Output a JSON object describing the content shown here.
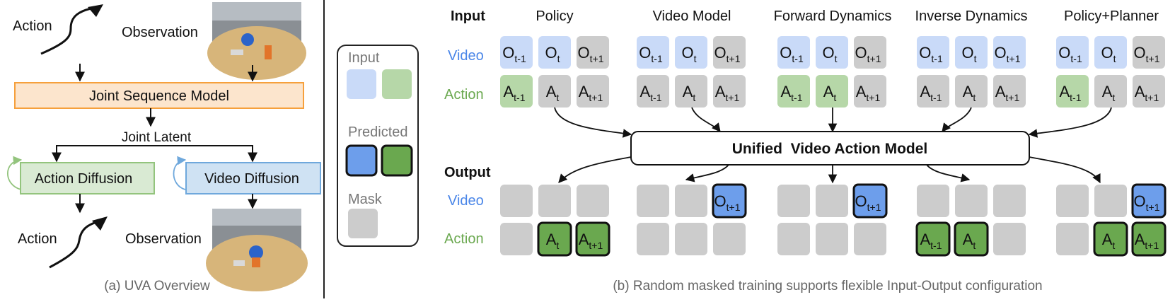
{
  "panel_a": {
    "action_in": "Action",
    "observation_in": "Observation",
    "joint_model": "Joint Sequence Model",
    "joint_latent": "Joint Latent",
    "action_diffusion": "Action Diffusion",
    "video_diffusion": "Video Diffusion",
    "action_out": "Action",
    "observation_out": "Observation",
    "caption": "(a) UVA Overview"
  },
  "legend": {
    "input": "Input",
    "predicted": "Predicted",
    "mask": "Mask"
  },
  "panel_b": {
    "input_label": "Input",
    "output_label": "Output",
    "video_label": "Video",
    "action_label": "Action",
    "unified_model": "Unified  Video Action Model",
    "caption": "(b) Random masked training supports flexible Input-Output configuration",
    "columns": [
      {
        "title": "Policy",
        "in_video": [
          {
            "base": "O",
            "sub": "t-1",
            "state": "input"
          },
          {
            "base": "O",
            "sub": "t",
            "state": "input"
          },
          {
            "base": "O",
            "sub": "t+1",
            "state": "mask"
          }
        ],
        "in_action": [
          {
            "base": "A",
            "sub": "t-1",
            "state": "input"
          },
          {
            "base": "A",
            "sub": "t",
            "state": "mask"
          },
          {
            "base": "A",
            "sub": "t+1",
            "state": "mask"
          }
        ],
        "out_video": [
          {
            "base": "",
            "sub": "",
            "state": "empty"
          },
          {
            "base": "",
            "sub": "",
            "state": "empty"
          },
          {
            "base": "",
            "sub": "",
            "state": "empty"
          }
        ],
        "out_action": [
          {
            "base": "",
            "sub": "",
            "state": "empty"
          },
          {
            "base": "A",
            "sub": "t",
            "state": "predicted"
          },
          {
            "base": "A",
            "sub": "t+1",
            "state": "predicted"
          }
        ]
      },
      {
        "title": "Video Model",
        "in_video": [
          {
            "base": "O",
            "sub": "t-1",
            "state": "input"
          },
          {
            "base": "O",
            "sub": "t",
            "state": "input"
          },
          {
            "base": "O",
            "sub": "t+1",
            "state": "mask"
          }
        ],
        "in_action": [
          {
            "base": "A",
            "sub": "t-1",
            "state": "mask"
          },
          {
            "base": "A",
            "sub": "t",
            "state": "mask"
          },
          {
            "base": "A",
            "sub": "t+1",
            "state": "mask"
          }
        ],
        "out_video": [
          {
            "base": "",
            "sub": "",
            "state": "empty"
          },
          {
            "base": "",
            "sub": "",
            "state": "empty"
          },
          {
            "base": "O",
            "sub": "t+1",
            "state": "predicted"
          }
        ],
        "out_action": [
          {
            "base": "",
            "sub": "",
            "state": "empty"
          },
          {
            "base": "",
            "sub": "",
            "state": "empty"
          },
          {
            "base": "",
            "sub": "",
            "state": "empty"
          }
        ]
      },
      {
        "title": "Forward Dynamics",
        "in_video": [
          {
            "base": "O",
            "sub": "t-1",
            "state": "input"
          },
          {
            "base": "O",
            "sub": "t",
            "state": "input"
          },
          {
            "base": "O",
            "sub": "t+1",
            "state": "mask"
          }
        ],
        "in_action": [
          {
            "base": "A",
            "sub": "t-1",
            "state": "input"
          },
          {
            "base": "A",
            "sub": "t",
            "state": "input"
          },
          {
            "base": "A",
            "sub": "t+1",
            "state": "mask"
          }
        ],
        "out_video": [
          {
            "base": "",
            "sub": "",
            "state": "empty"
          },
          {
            "base": "",
            "sub": "",
            "state": "empty"
          },
          {
            "base": "O",
            "sub": "t+1",
            "state": "predicted"
          }
        ],
        "out_action": [
          {
            "base": "",
            "sub": "",
            "state": "empty"
          },
          {
            "base": "",
            "sub": "",
            "state": "empty"
          },
          {
            "base": "",
            "sub": "",
            "state": "empty"
          }
        ]
      },
      {
        "title": "Inverse Dynamics",
        "in_video": [
          {
            "base": "O",
            "sub": "t-1",
            "state": "input"
          },
          {
            "base": "O",
            "sub": "t",
            "state": "input"
          },
          {
            "base": "O",
            "sub": "t+1",
            "state": "input"
          }
        ],
        "in_action": [
          {
            "base": "A",
            "sub": "t-1",
            "state": "mask"
          },
          {
            "base": "A",
            "sub": "t",
            "state": "mask"
          },
          {
            "base": "A",
            "sub": "t+1",
            "state": "mask"
          }
        ],
        "out_video": [
          {
            "base": "",
            "sub": "",
            "state": "empty"
          },
          {
            "base": "",
            "sub": "",
            "state": "empty"
          },
          {
            "base": "",
            "sub": "",
            "state": "empty"
          }
        ],
        "out_action": [
          {
            "base": "A",
            "sub": "t-1",
            "state": "predicted"
          },
          {
            "base": "A",
            "sub": "t",
            "state": "predicted"
          },
          {
            "base": "",
            "sub": "",
            "state": "empty"
          }
        ]
      },
      {
        "title": "Policy+Planner",
        "in_video": [
          {
            "base": "O",
            "sub": "t-1",
            "state": "input"
          },
          {
            "base": "O",
            "sub": "t",
            "state": "input"
          },
          {
            "base": "O",
            "sub": "t+1",
            "state": "mask"
          }
        ],
        "in_action": [
          {
            "base": "A",
            "sub": "t-1",
            "state": "input"
          },
          {
            "base": "A",
            "sub": "t",
            "state": "mask"
          },
          {
            "base": "A",
            "sub": "t+1",
            "state": "mask"
          }
        ],
        "out_video": [
          {
            "base": "",
            "sub": "",
            "state": "empty"
          },
          {
            "base": "",
            "sub": "",
            "state": "empty"
          },
          {
            "base": "O",
            "sub": "t+1",
            "state": "predicted"
          }
        ],
        "out_action": [
          {
            "base": "",
            "sub": "",
            "state": "empty"
          },
          {
            "base": "A",
            "sub": "t",
            "state": "predicted"
          },
          {
            "base": "A",
            "sub": "t+1",
            "state": "predicted"
          }
        ]
      }
    ]
  },
  "colors": {
    "video_in": "#c9daf8",
    "action_in": "#b6d7a8",
    "video_pred": "#6d9eeb",
    "action_pred": "#6aa84f",
    "mask": "#cccccc",
    "video_text": "#4a86e8",
    "action_text": "#6aa84f",
    "joint_fill": "#fce5cd",
    "joint_stroke": "#f6a03c",
    "action_diff_fill": "#d9ead3",
    "action_diff_stroke": "#93c47d",
    "video_diff_fill": "#cfe2f3",
    "video_diff_stroke": "#6fa8dc"
  }
}
